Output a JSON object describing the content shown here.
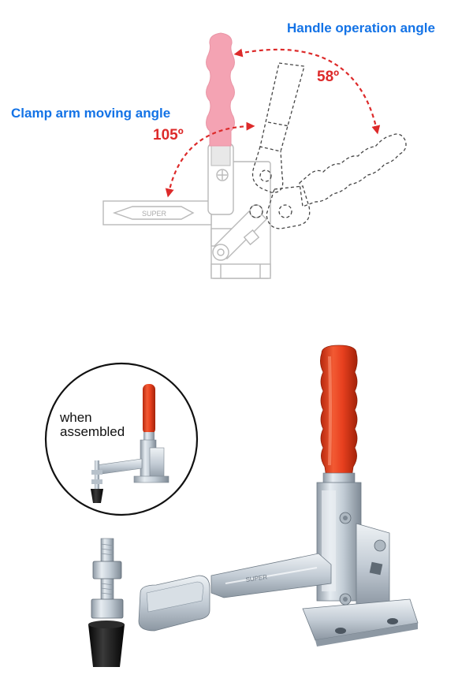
{
  "diagram": {
    "handle_operation_label": "Handle operation angle",
    "handle_angle_value": "58º",
    "clamp_arm_label": "Clamp arm moving angle",
    "clamp_angle_value": "105º",
    "bar_brand_text": "SUPER"
  },
  "product": {
    "callout_line1": "when",
    "callout_line2": "assembled"
  },
  "colors": {
    "label_blue": "#1473e6",
    "angle_red": "#dd2a2a",
    "grip_pink": "#f4a3b3",
    "grip_red": "#e8401f",
    "zinc_metal": "#c9d3dc",
    "rubber_black": "#161616"
  }
}
